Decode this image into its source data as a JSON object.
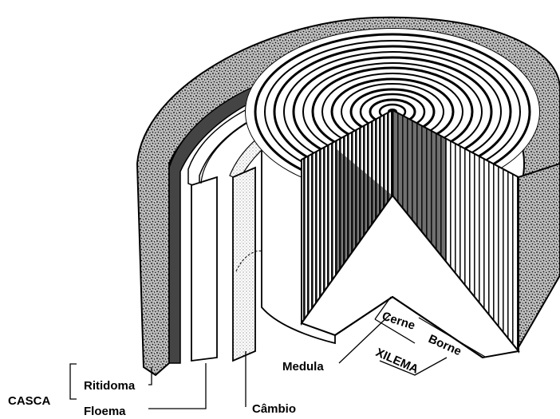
{
  "labels": {
    "casca": "CASCA",
    "ritidoma": "Ritidoma",
    "floema": "Floema",
    "cambio": "Câmbio",
    "medula": "Medula",
    "cerne": "Cerne",
    "borne": "Borne",
    "xilema": "XILEMA"
  },
  "colors": {
    "ink": "#000000",
    "paper": "#ffffff",
    "bark_texture": "#3a3a3a",
    "wood_core": "#1a1a1a"
  }
}
